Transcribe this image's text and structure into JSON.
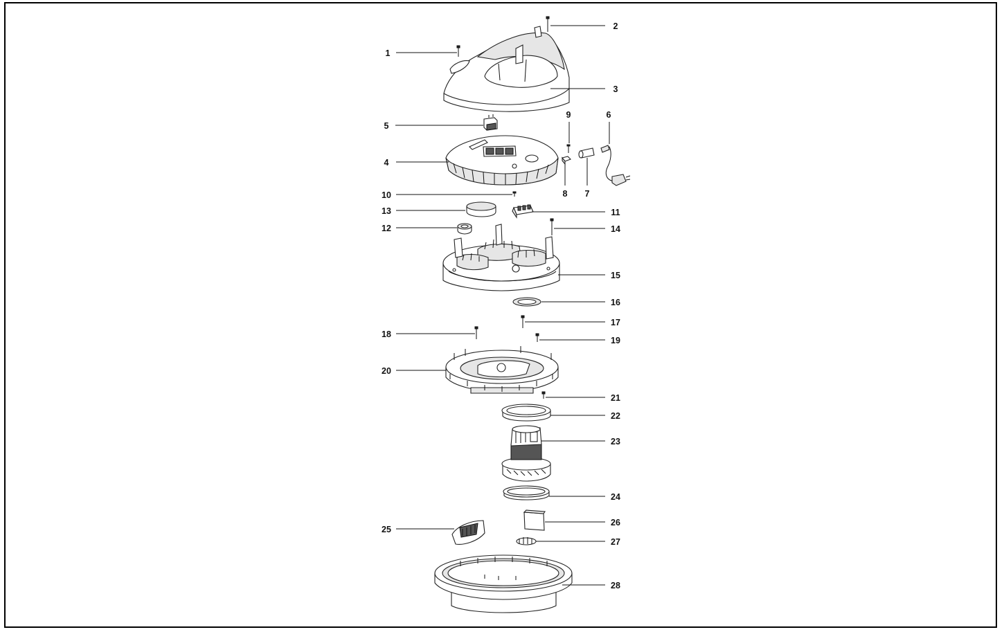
{
  "diagram": {
    "labels": [
      "1",
      "2",
      "3",
      "4",
      "5",
      "6",
      "7",
      "8",
      "9",
      "10",
      "11",
      "12",
      "13",
      "14",
      "15",
      "16",
      "17",
      "18",
      "19",
      "20",
      "21",
      "22",
      "23",
      "24",
      "25",
      "26",
      "27",
      "28"
    ],
    "colors": {
      "line": "#111111",
      "background": "#ffffff",
      "part_fill": "#ffffff",
      "part_shade": "#e6e6e6"
    }
  }
}
